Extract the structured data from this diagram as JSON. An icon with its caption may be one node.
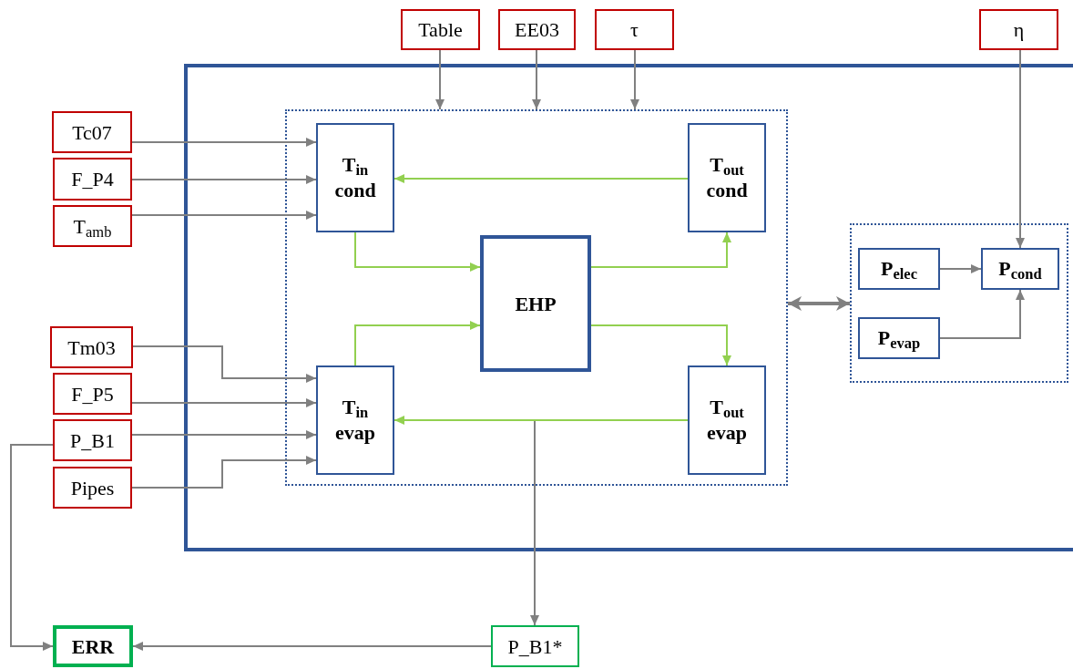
{
  "diagram": {
    "nodes": [
      {
        "text": [],
        "shape": "box"
      },
      {
        "text": [],
        "shape": "box",
        "in": 0
      },
      {
        "text": [
          "T$_{in}$ cond"
        ],
        "in": 1
      },
      {
        "text": [
          "T$_{out}$ cond"
        ],
        "in": 1
      },
      {
        "text": [
          "EHP"
        ],
        "in": 1
      },
      {
        "text": [
          "T$_{in}$ evap"
        ],
        "in": 1
      },
      {
        "text": [
          "T$_{out}$ evap"
        ],
        "in": 1
      },
      {
        "text": [],
        "shape": "box",
        "in": 0
      },
      {
        "text": [
          "P$_{elec}$"
        ],
        "in": 7
      },
      {
        "text": [
          "P$_{cond}$"
        ],
        "in": 7
      },
      {
        "text": [
          "P$_{evap}$"
        ],
        "in": 7
      },
      {
        "text": [
          "Table"
        ]
      },
      {
        "text": [
          "EE03"
        ]
      },
      {
        "text": [
          "τ"
        ]
      },
      {
        "text": [
          "η"
        ]
      },
      {
        "text": [
          "Tc07"
        ]
      },
      {
        "text": [
          "F_P4"
        ]
      },
      {
        "text": [
          "T$_{amb}$"
        ]
      },
      {
        "text": [
          "Tm03"
        ]
      },
      {
        "text": [
          "F_P5"
        ]
      },
      {
        "text": [
          "P_B1"
        ]
      },
      {
        "text": [
          "Pipes"
        ]
      },
      {
        "text": [
          "ERR"
        ]
      },
      {
        "text": [
          "P_B1*"
        ]
      }
    ],
    "edges": [
      {
        "from": 11,
        "to": 1,
        "arrow": "to"
      },
      {
        "from": 12,
        "to": 1,
        "arrow": "to"
      },
      {
        "from": 13,
        "to": 1,
        "arrow": "to"
      },
      {
        "from": 14,
        "to": 9,
        "arrow": "to"
      },
      {
        "from": 15,
        "to": 2,
        "arrow": "to"
      },
      {
        "from": 16,
        "to": 2,
        "arrow": "to"
      },
      {
        "from": 17,
        "to": 2,
        "arrow": "to"
      },
      {
        "from": 18,
        "to": 5,
        "arrow": "to"
      },
      {
        "from": 19,
        "to": 5,
        "arrow": "to"
      },
      {
        "from": 20,
        "to": 5,
        "arrow": "to"
      },
      {
        "from": 21,
        "to": 5,
        "arrow": "to"
      },
      {
        "from": 3,
        "to": 2,
        "arrow": "to",
        "color": "#92d050"
      },
      {
        "from": 2,
        "to": 4,
        "arrow": "to",
        "color": "#92d050"
      },
      {
        "from": 5,
        "to": 4,
        "arrow": "to",
        "color": "#92d050"
      },
      {
        "from": 4,
        "to": 3,
        "arrow": "to",
        "color": "#92d050"
      },
      {
        "from": 4,
        "to": 6,
        "arrow": "to",
        "color": "#92d050"
      },
      {
        "from": 6,
        "to": 5,
        "arrow": "to",
        "color": "#92d050"
      },
      {
        "from": 6,
        "to": 23,
        "arrow": "to"
      },
      {
        "from": 1,
        "to": 7,
        "arrow": "both",
        "style": "thick"
      },
      {
        "from": 8,
        "to": 9,
        "arrow": "to"
      },
      {
        "from": 10,
        "to": 9,
        "arrow": "to"
      },
      {
        "from": 20,
        "to": 22,
        "arrow": "to"
      },
      {
        "from": 23,
        "to": 22,
        "arrow": "to"
      }
    ]
  }
}
